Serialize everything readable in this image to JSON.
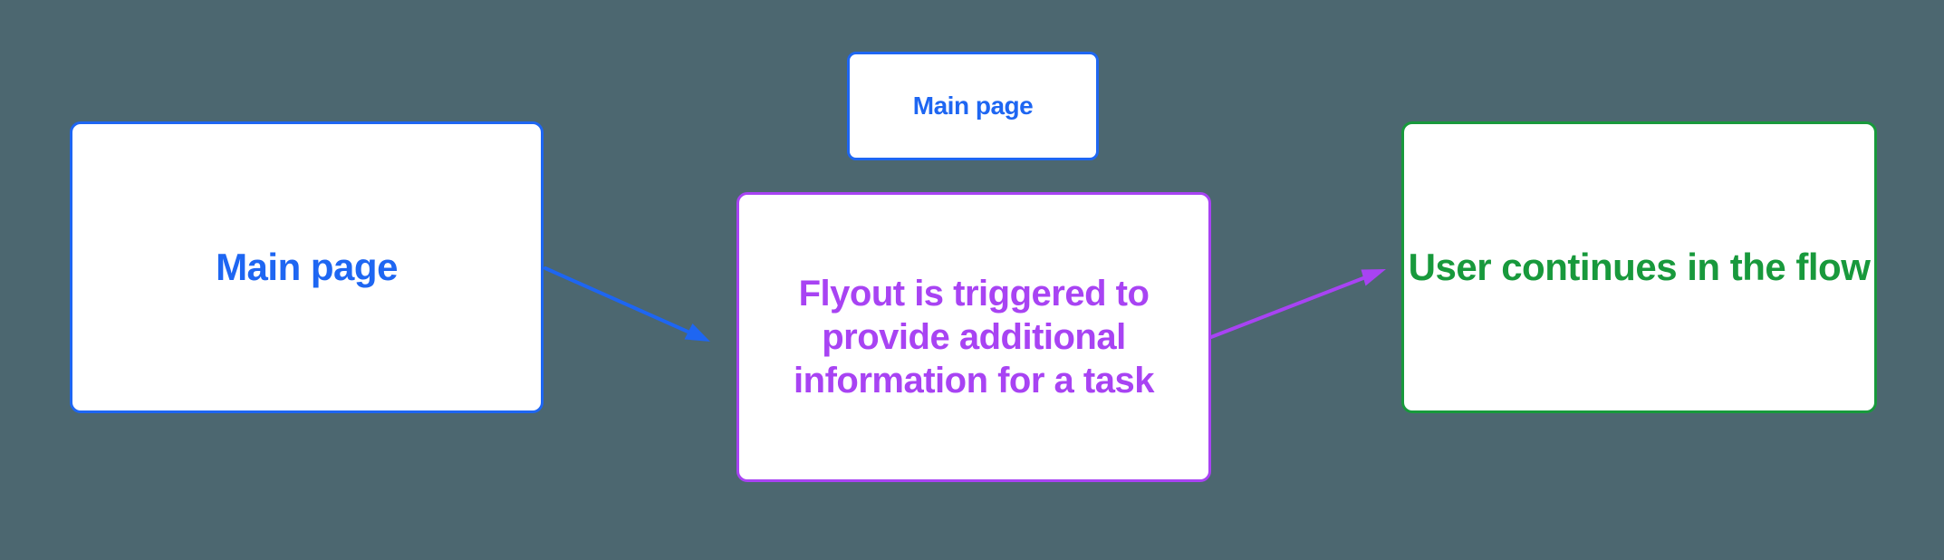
{
  "diagram": {
    "background_color": "#4c6770",
    "node_fill_color": "#ffffff",
    "colors": {
      "blue": "#1e66f2",
      "purple": "#a843f3",
      "green": "#18993c"
    },
    "nodes": {
      "main_page": {
        "label": "Main page",
        "color": "#1e66f2"
      },
      "main_page_small": {
        "label": "Main page",
        "color": "#1e66f2"
      },
      "flyout": {
        "label": "Flyout is triggered to\nprovide additional\ninformation for a task",
        "color": "#a843f3"
      },
      "user_flow": {
        "label": "User continues in the flow",
        "color": "#18993c"
      }
    },
    "arrows": [
      {
        "name": "main-page-to-flyout",
        "color": "#1e66f2",
        "from": "main_page",
        "to": "flyout"
      },
      {
        "name": "flyout-to-user-flow",
        "color": "#a843f3",
        "from": "flyout",
        "to": "user_flow"
      }
    ]
  }
}
